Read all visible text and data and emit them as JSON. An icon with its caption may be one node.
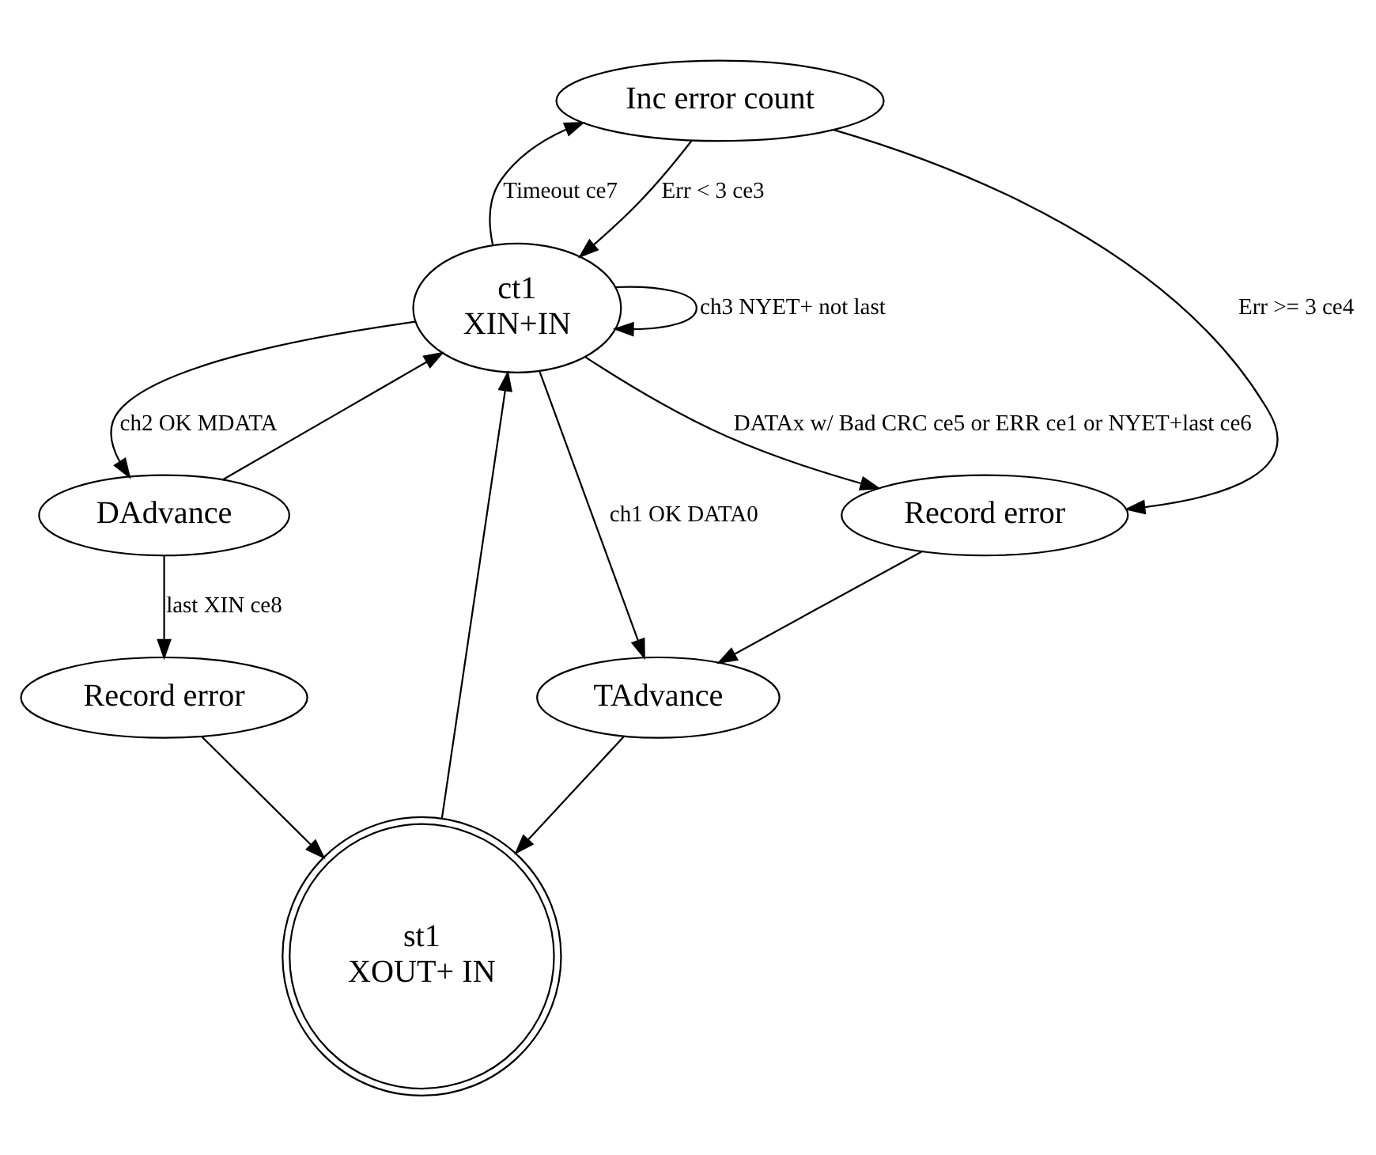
{
  "diagram": {
    "nodes": [
      {
        "text": [
          "Inc error count"
        ]
      },
      {
        "text": [
          "ct1",
          "XIN+IN"
        ]
      },
      {
        "text": [
          "Record error"
        ]
      },
      {
        "text": [
          "DAdvance"
        ]
      },
      {
        "text": [
          "TAdvance"
        ]
      },
      {
        "text": [
          "Record error"
        ]
      },
      {
        "text": [
          "st1",
          "XOUT+ IN"
        ]
      }
    ],
    "edges": [
      {
        "from": 0,
        "to": 2,
        "arrow": "to",
        "label": "Err >= 3 ce4"
      },
      {
        "from": 0,
        "to": 1,
        "arrow": "to",
        "label": "Err < 3 ce3"
      },
      {
        "from": 1,
        "to": 0,
        "arrow": "to",
        "label": "Timeout ce7"
      },
      {
        "from": 1,
        "to": 2,
        "arrow": "to",
        "label": "DATAx w/ Bad CRC ce5 or ERR ce1 or NYET+last ce6"
      },
      {
        "from": 1,
        "to": 3,
        "arrow": "to",
        "label": "ch2 OK MDATA"
      },
      {
        "from": 3,
        "to": 1,
        "arrow": "to"
      },
      {
        "from": 1,
        "to": 1,
        "arrow": "to",
        "label": "ch3 NYET+ not last"
      },
      {
        "from": 1,
        "to": 4,
        "arrow": "to",
        "label": "ch1 OK DATA0"
      },
      {
        "from": 2,
        "to": 4,
        "arrow": "to"
      },
      {
        "from": 3,
        "to": 5,
        "arrow": "to",
        "label": "last XIN ce8"
      },
      {
        "from": 4,
        "to": 6,
        "arrow": "to"
      },
      {
        "from": 5,
        "to": 6,
        "arrow": "to"
      },
      {
        "from": 6,
        "to": 1,
        "arrow": "to"
      }
    ]
  }
}
